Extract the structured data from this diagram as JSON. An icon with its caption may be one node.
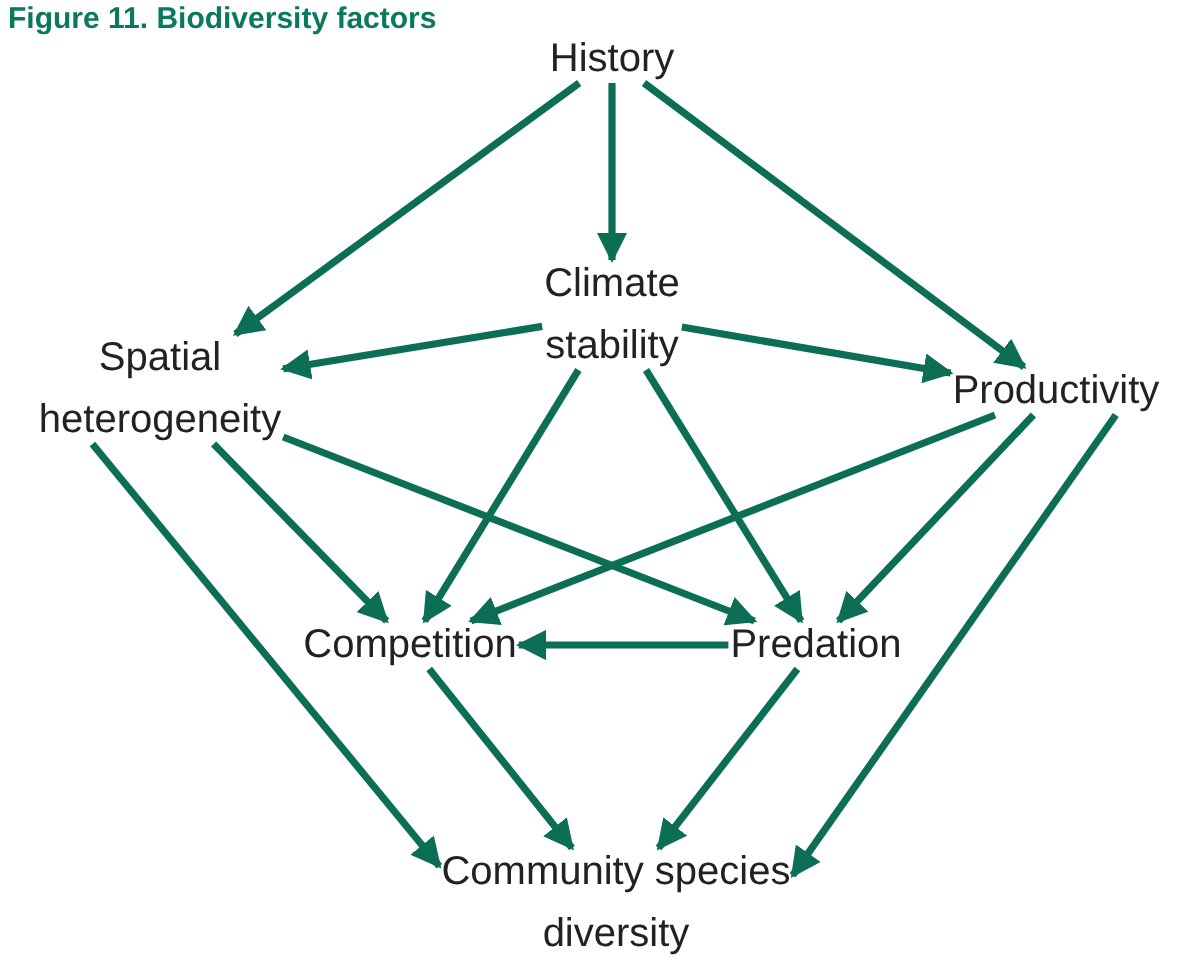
{
  "diagram": {
    "title": "Figure 11. Biodiversity factors",
    "nodes": [
      {
        "text": [
          "History"
        ]
      },
      {
        "text": [
          "Climate stability"
        ]
      },
      {
        "text": [
          "Spatial heterogeneity"
        ]
      },
      {
        "text": [
          "Productivity"
        ]
      },
      {
        "text": [
          "Competition"
        ]
      },
      {
        "text": [
          "Predation"
        ]
      },
      {
        "text": [
          "Community species diversity"
        ]
      }
    ],
    "edges": [
      {
        "from": 0,
        "to": 2,
        "arrow": "to"
      },
      {
        "from": 0,
        "to": 1,
        "arrow": "to"
      },
      {
        "from": 0,
        "to": 3,
        "arrow": "to"
      },
      {
        "from": 1,
        "to": 2,
        "arrow": "to"
      },
      {
        "from": 1,
        "to": 3,
        "arrow": "to"
      },
      {
        "from": 1,
        "to": 4,
        "arrow": "to"
      },
      {
        "from": 1,
        "to": 5,
        "arrow": "to"
      },
      {
        "from": 2,
        "to": 4,
        "arrow": "to"
      },
      {
        "from": 2,
        "to": 5,
        "arrow": "to"
      },
      {
        "from": 3,
        "to": 4,
        "arrow": "to"
      },
      {
        "from": 3,
        "to": 5,
        "arrow": "to"
      },
      {
        "from": 5,
        "to": 4,
        "arrow": "to"
      },
      {
        "from": 2,
        "to": 6,
        "arrow": "to"
      },
      {
        "from": 4,
        "to": 6,
        "arrow": "to"
      },
      {
        "from": 5,
        "to": 6,
        "arrow": "to"
      },
      {
        "from": 3,
        "to": 6,
        "arrow": "to"
      }
    ]
  }
}
